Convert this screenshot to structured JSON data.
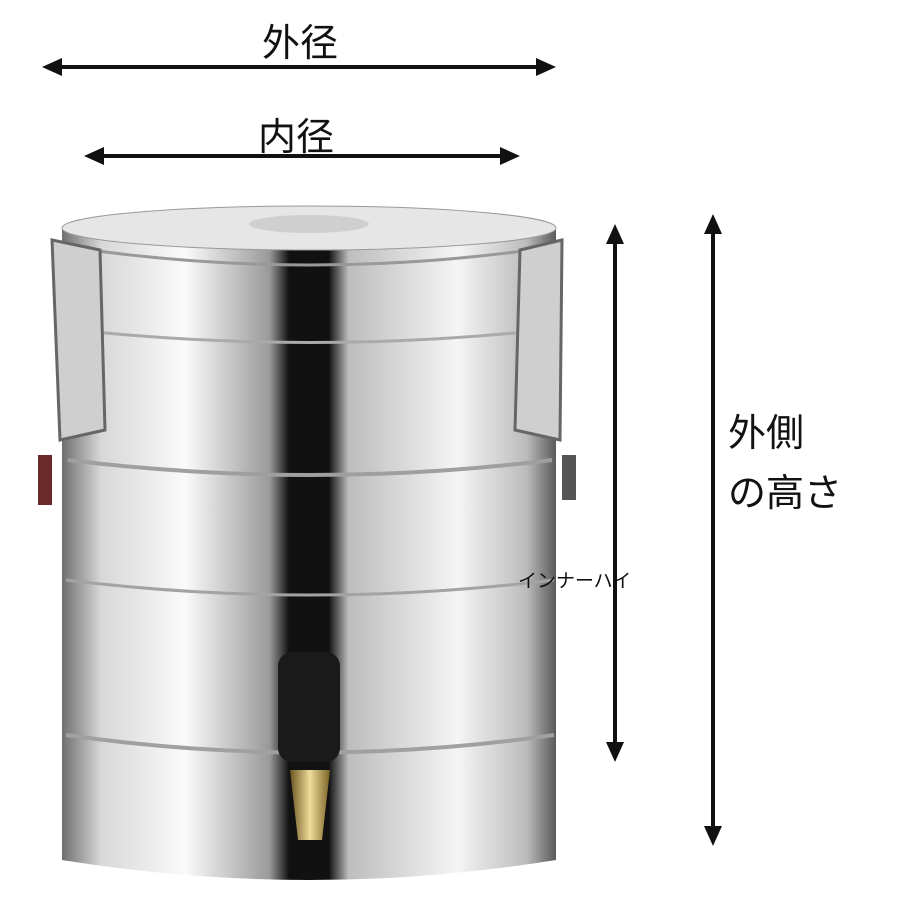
{
  "labels": {
    "outer_diameter": "外径",
    "inner_diameter": "内径",
    "outer_height_line1": "外側",
    "outer_height_line2": "の高さ",
    "inner_height": "インナーハイ"
  },
  "colors": {
    "steel_light": "#f2f2f2",
    "steel_dark": "#8a8a8a",
    "stripe": "#111111",
    "spout_brass": "#c9a85a"
  }
}
